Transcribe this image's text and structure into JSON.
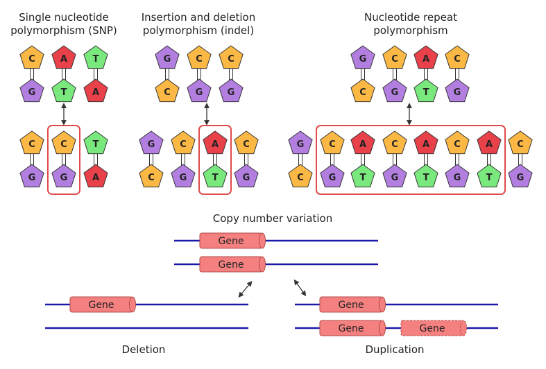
{
  "colors": {
    "A": "#e8414a",
    "C": "#fbb844",
    "G": "#b27fe0",
    "T": "#7ae97d",
    "box": "#e04a4a",
    "strand": "#1a1aa8",
    "gene_fill": "#f48080",
    "gene_stroke": "#b34a4a"
  },
  "panels": {
    "snp": {
      "title_line1": "Single nucleotide",
      "title_line2": "polymorphism (SNP)",
      "top": {
        "upper": [
          "C",
          "A",
          "T"
        ],
        "lower": [
          "G",
          "T",
          "A"
        ]
      },
      "bottom": {
        "upper": [
          "C",
          "C",
          "T"
        ],
        "lower": [
          "G",
          "G",
          "A"
        ]
      }
    },
    "indel": {
      "title_line1": "Insertion and deletion",
      "title_line2": "polymorphism (indel)",
      "top": {
        "upper": [
          "G",
          "C",
          "C"
        ],
        "lower": [
          "C",
          "G",
          "G"
        ]
      },
      "bottom": {
        "upper": [
          "G",
          "C",
          "A",
          "C"
        ],
        "lower": [
          "C",
          "G",
          "T",
          "G"
        ]
      }
    },
    "repeat": {
      "title_line1": "Nucleotide repeat",
      "title_line2": "polymorphism",
      "top": {
        "upper": [
          "G",
          "C",
          "A",
          "C"
        ],
        "lower": [
          "C",
          "G",
          "T",
          "G"
        ]
      },
      "bottom": {
        "upper": [
          "G",
          "C",
          "A",
          "C",
          "A",
          "C",
          "A",
          "C"
        ],
        "lower": [
          "C",
          "G",
          "T",
          "G",
          "T",
          "G",
          "T",
          "G"
        ]
      }
    }
  },
  "cnv": {
    "title": "Copy number variation",
    "gene_label": "Gene",
    "deletion_label": "Deletion",
    "duplication_label": "Duplication"
  }
}
